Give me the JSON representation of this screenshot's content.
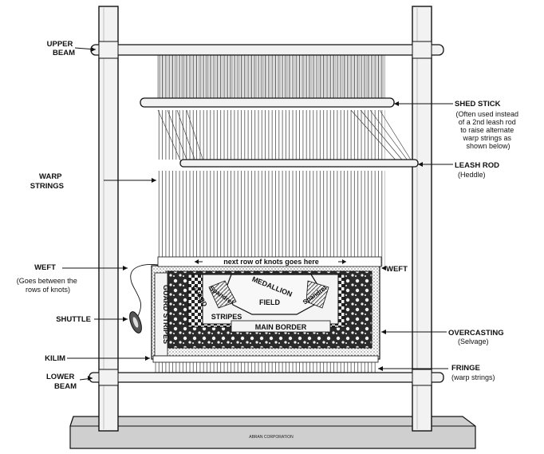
{
  "labels": {
    "upper_beam": [
      "UPPER",
      "BEAM"
    ],
    "warp_strings": [
      "WARP",
      "STRINGS"
    ],
    "weft_left": [
      "WEFT",
      "(Goes between the",
      "rows of knots)"
    ],
    "shuttle": "SHUTTLE",
    "kilim": "KILIM",
    "lower_beam": [
      "LOWER",
      "BEAM"
    ],
    "shed_stick": [
      "SHED STICK",
      "(Often used instead",
      "of a 2nd leash rod",
      "to raise alternate",
      "warp strings as",
      "shown below)"
    ],
    "leash_rod": [
      "LEASH ROD",
      "(Heddle)"
    ],
    "weft_right": "WEFT",
    "overcasting": [
      "OVERCASTING",
      "(Selvage)"
    ],
    "fringe": [
      "FRINGE",
      "(warp strings)"
    ]
  },
  "rug_text": {
    "next_row": "next row of knots goes here",
    "medallion": "MEDALLION",
    "field": "FIELD",
    "spandrel_left": "Spandrel",
    "spandrel_right": "Spandrel",
    "guard_left": "GUARD STRIPES",
    "guard_inner": "GUARD",
    "stripes": "STRIPES",
    "main_border": "MAIN BORDER"
  },
  "stand_text": "ABRAN CORPORATION",
  "colors": {
    "ink": "#111111",
    "wood": "#f2f2f2",
    "stand": "#cfcfcf",
    "rug_dark": "#2b2b2b",
    "rug_light": "#f4f4f4"
  }
}
